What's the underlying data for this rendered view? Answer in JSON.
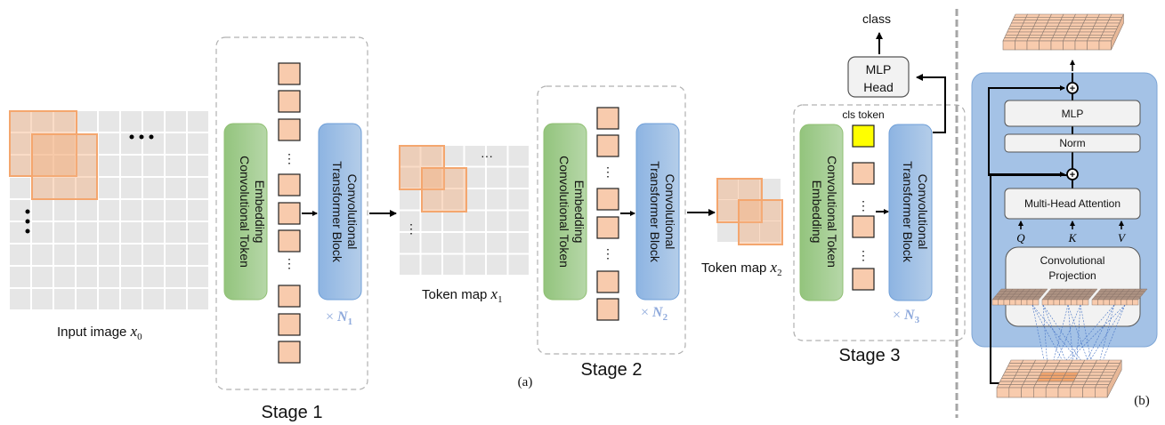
{
  "figure": {
    "caption_a": "(a)",
    "caption_b": "(b)"
  },
  "input": {
    "label": "Input image ",
    "var": "x",
    "sub": "0",
    "grid_rows": 9,
    "grid_cols": 9
  },
  "token_map_1": {
    "label": "Token map ",
    "var": "x",
    "sub": "1",
    "grid_rows": 6,
    "grid_cols": 6
  },
  "token_map_2": {
    "label": "Token map ",
    "var": "x",
    "sub": "2",
    "grid_rows": 3,
    "grid_cols": 3
  },
  "stages": [
    {
      "title": "Stage 1",
      "embedding_label_line1": "Convolutional Token",
      "embedding_label_line2": "Embedding",
      "block_label_line1": "Convolutional",
      "block_label_line2": "Transformer Block",
      "repeat_prefix": "× ",
      "repeat_var": "N",
      "repeat_sub": "1"
    },
    {
      "title": "Stage 2",
      "embedding_label_line1": "Convolutional Token",
      "embedding_label_line2": "Embedding",
      "block_label_line1": "Convolutional",
      "block_label_line2": "Transformer Block",
      "repeat_prefix": "× ",
      "repeat_var": "N",
      "repeat_sub": "2"
    },
    {
      "title": "Stage 3",
      "cls_label": "cls token",
      "embedding_label_line1": "Convolutional Token",
      "embedding_label_line2": "Embedding",
      "block_label_line1": "Convolutional",
      "block_label_line2": "Transformer Block",
      "repeat_prefix": "× ",
      "repeat_var": "N",
      "repeat_sub": "3"
    }
  ],
  "head": {
    "line1": "MLP",
    "line2": "Head",
    "output": "class"
  },
  "block_detail": {
    "mlp": "MLP",
    "norm": "Norm",
    "attention": "Multi-Head Attention",
    "q": "Q",
    "k": "K",
    "v": "V",
    "projection_line1": "Convolutional",
    "projection_line2": "Projection"
  },
  "colors": {
    "token": "#f8cbad",
    "cls_token": "#ffff00",
    "embedding_green": "#a9d18e",
    "block_blue": "#9dc3e6",
    "panel_blue": "#a4c2e6",
    "grid_gray": "#e6e6e6",
    "patch_orange": "#f4b183",
    "repeat_text": "#8faadc"
  }
}
